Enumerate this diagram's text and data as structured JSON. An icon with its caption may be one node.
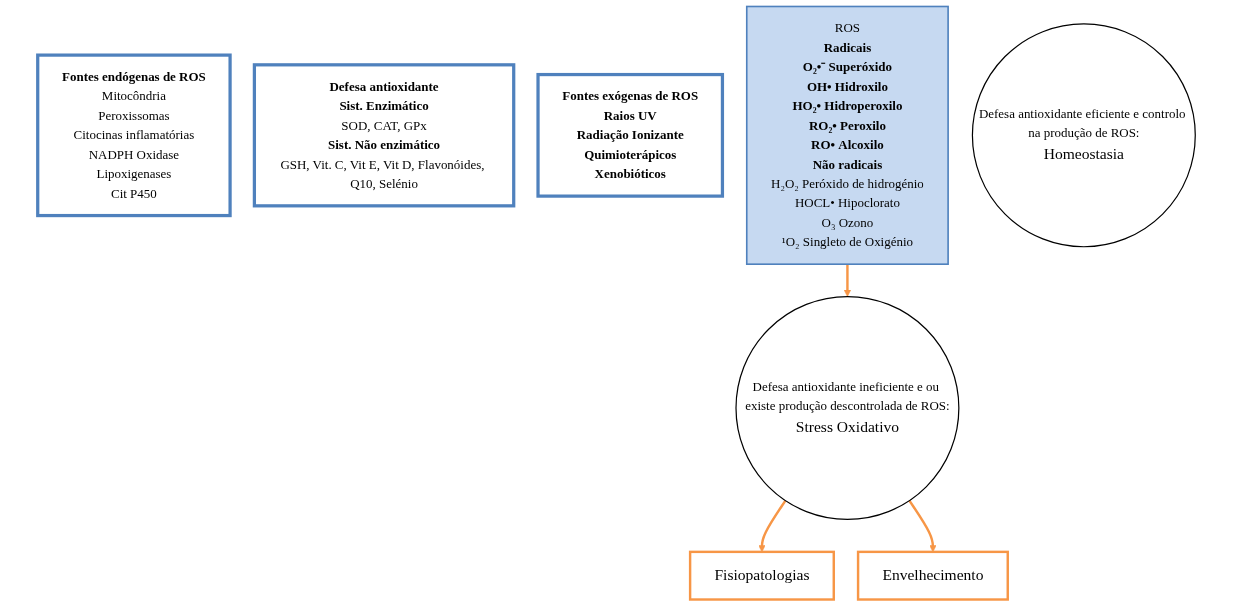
{
  "diagram": {
    "nodes": [
      {
        "text": [
          "Fontes endógenas de ROS",
          "Mitocôndria",
          "Peroxissomas",
          "Citocinas inflamatórias",
          "NADPH Oxidase",
          "Lipoxigenases",
          "Cit P450"
        ]
      },
      {
        "text": [
          "Defesa antioxidante",
          "Sist. Enzimático",
          "SOD, CAT, GPx",
          "Sist. Não enzimático",
          "GSH, Vit. C, Vit E, Vit D, Flavonóides, Q10, Selénio"
        ]
      },
      {
        "text": [
          "Fontes exógenas de ROS",
          "Raios UV",
          "Radiação Ionizante",
          "Quimioterápicos",
          "Xenobióticos"
        ]
      },
      {
        "text": [
          "ROS",
          "Radicais",
          "O₂•⁻",
          "Superóxido",
          "OH•",
          "Hidroxilo",
          "HO₂•",
          "Hidroperoxilo",
          "RO₂•",
          "Peroxilo",
          "RO•",
          "Alcoxilo",
          "Não radicais",
          "H₂O₂",
          "Peróxido de hidrogénio",
          "HOCL•",
          "Hipoclorato",
          "O₃",
          "Ozono",
          "¹O₂",
          "Singleto de Oxigénio"
        ]
      },
      {
        "text": [
          "Defesa antioxidante ineficiente e ou existe produção descontrolada de ROS:",
          "Stress Oxidativo"
        ]
      },
      {
        "text": [
          "Defesa antioxidante eficiente e controlo na produção de ROS:",
          "Homeostasia"
        ]
      },
      {
        "text": [
          "Fisiopatologias"
        ]
      },
      {
        "text": [
          "Envelhecimento"
        ]
      }
    ],
    "edges": [
      {
        "from": 3,
        "to": 4,
        "arrow": "to"
      },
      {
        "from": 4,
        "to": 6,
        "arrow": "to"
      },
      {
        "from": 4,
        "to": 7,
        "arrow": "to"
      }
    ]
  }
}
